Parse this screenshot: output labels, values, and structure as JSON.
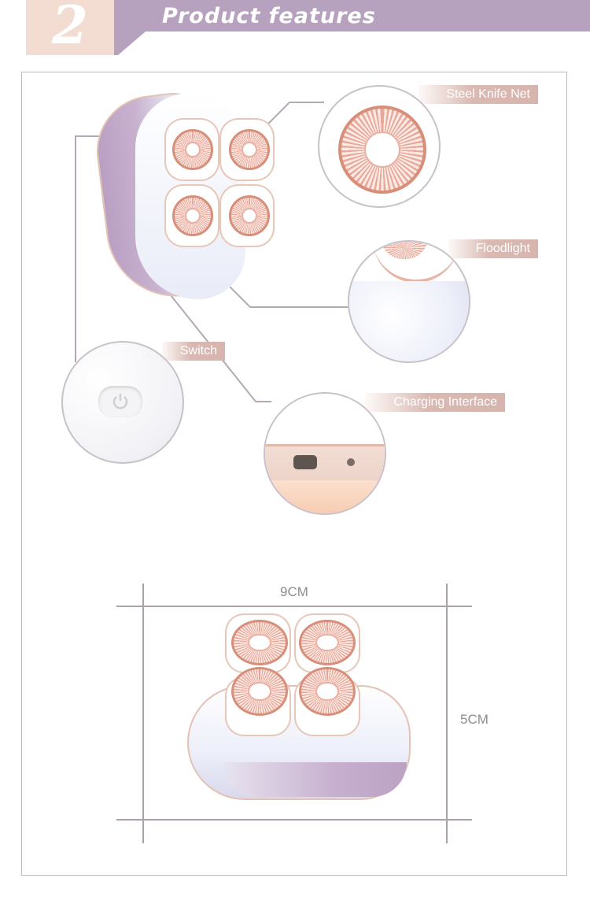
{
  "header": {
    "number": "2",
    "title": "Product features"
  },
  "callouts": {
    "steel_knife_net": "Steel Knife Net",
    "floodlight": "Floodlight",
    "switch": "Switch",
    "charging_interface": "Charging Interface"
  },
  "dimensions": {
    "width_label": "9CM",
    "height_label": "5CM"
  },
  "colors": {
    "header_band": "#b6a2be",
    "number_box": "#f3ddd3",
    "tag": "#d7b5ae",
    "device_purple": "#c2aac9",
    "rose_gold": "#e3a08f"
  }
}
